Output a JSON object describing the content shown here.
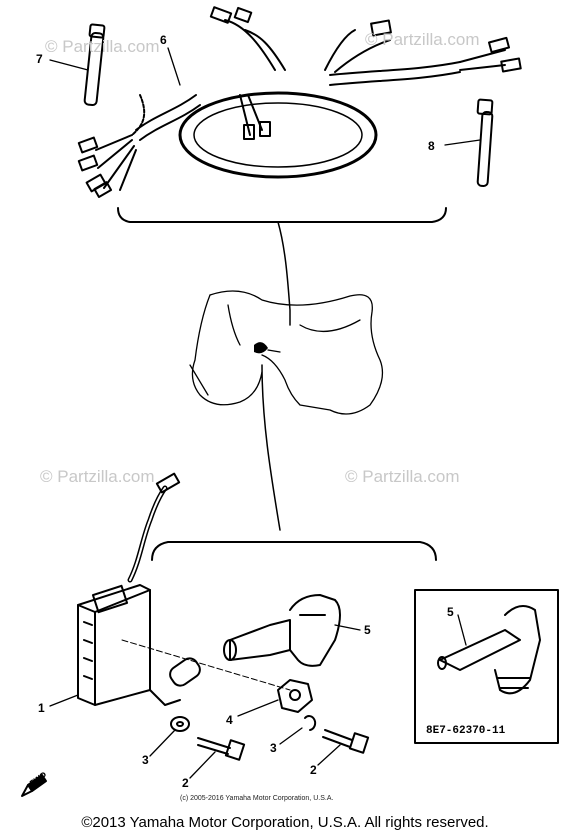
{
  "watermark": "© Partzilla.com",
  "callouts": {
    "c1": "1",
    "c2a": "2",
    "c2b": "2",
    "c3a": "3",
    "c3b": "3",
    "c4": "4",
    "c5": "5",
    "c5_inset": "5",
    "c6": "6",
    "c7": "7",
    "c8": "8"
  },
  "inset_code": "8E7-62370-11",
  "fwd_label": "FWD",
  "small_copyright": "(c) 2005-2016 Yamaha Motor Corporation, U.S.A.",
  "footer_copyright": "©2013 Yamaha Motor Corporation, U.S.A. All rights reserved."
}
